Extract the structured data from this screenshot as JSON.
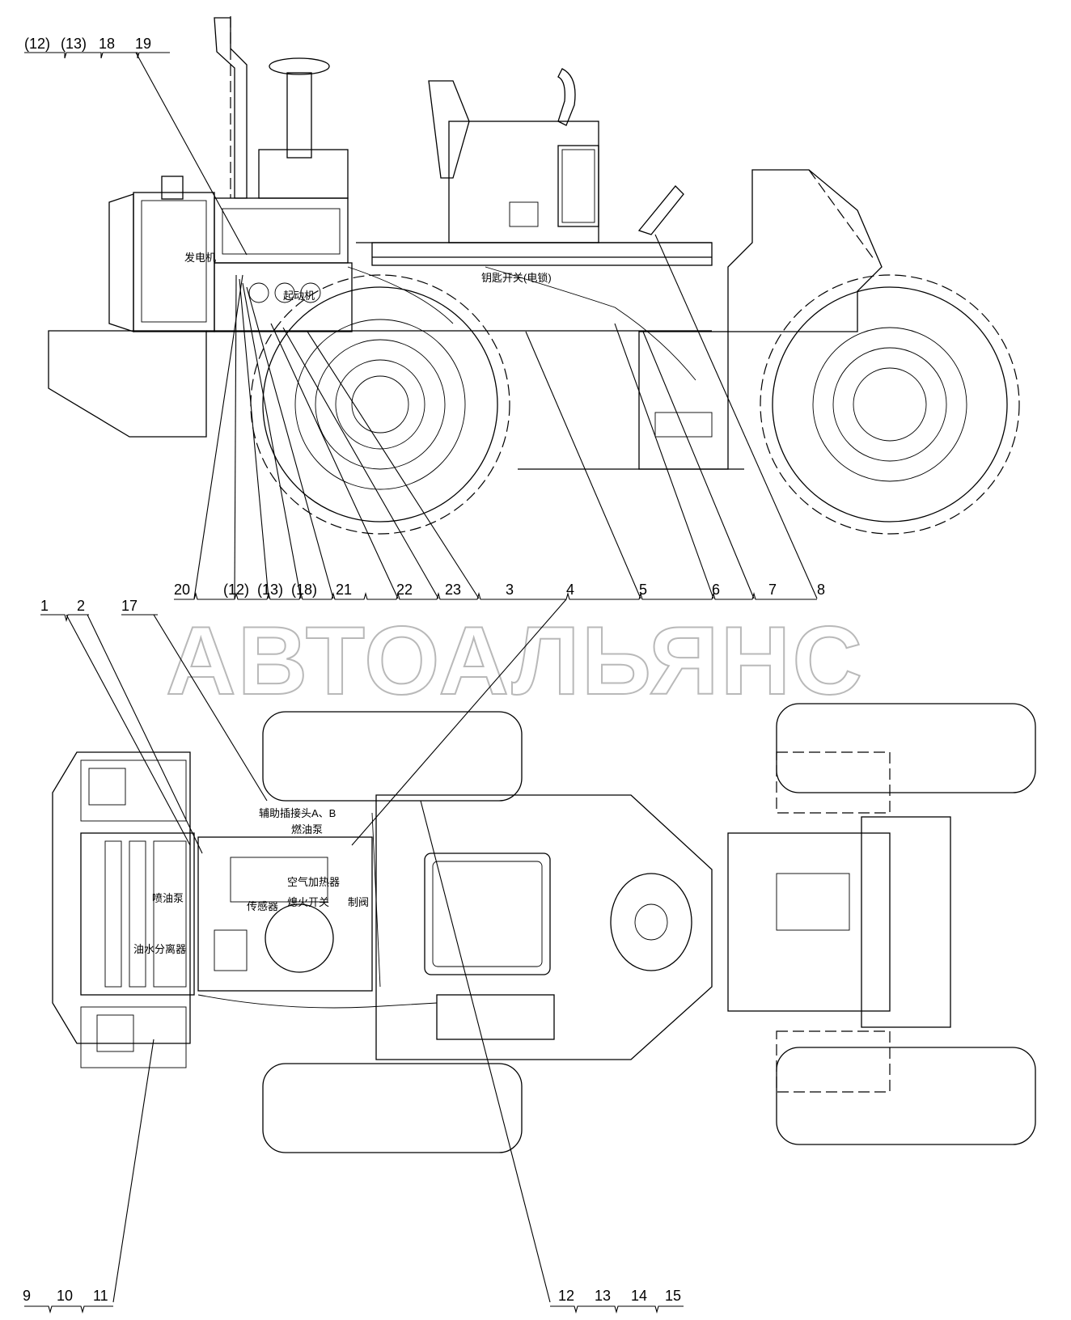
{
  "watermark": "АВТОАЛЬЯНС",
  "side_view": {
    "callouts_top": [
      "(12)",
      "(13)",
      "18",
      "19"
    ],
    "callouts_bottom": [
      "20",
      "(12)",
      "(13)",
      "(18)",
      "21",
      "22",
      "23",
      "3",
      "4",
      "5",
      "6",
      "7",
      "8"
    ],
    "labels": {
      "generator": "发电机",
      "starter_motor": "起动机",
      "key_switch": "钥匙开关(电锁)"
    }
  },
  "top_view": {
    "callouts_top": [
      "1",
      "2",
      "17"
    ],
    "callouts_bottom_left": [
      "9",
      "10",
      "11"
    ],
    "callouts_bottom_right": [
      "12",
      "13",
      "14",
      "15"
    ],
    "labels": {
      "aux_connector": "辅助插接头A、B",
      "fuel_pump": "燃油泵",
      "injection_pump": "喷油泵",
      "sensor": "传感器",
      "air_heater": "空气加热器",
      "switch": "熄火开关",
      "valve": "制阀",
      "water_separator": "油水分离器"
    }
  }
}
